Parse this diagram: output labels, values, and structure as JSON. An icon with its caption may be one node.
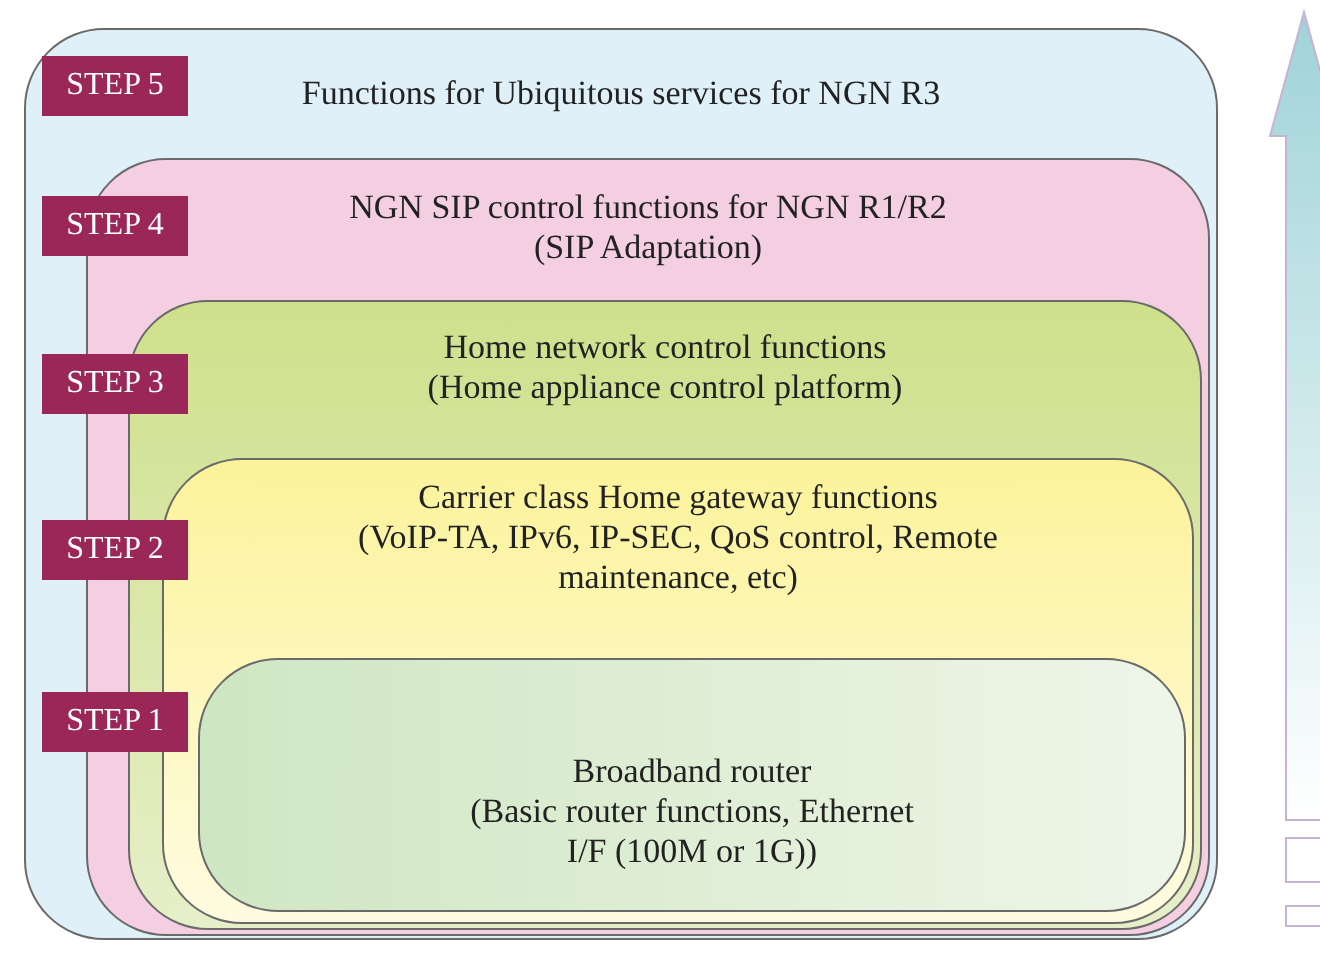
{
  "diagram": {
    "nodes": [
      {
        "text": [
          "Functions for Ubiquitous services for NGN R3"
        ]
      },
      {
        "text": [
          "STEP 5"
        ],
        "in": 0
      },
      {
        "text": [
          "NGN SIP control functions for NGN R1/R2",
          "(SIP Adaptation)"
        ],
        "in": 0
      },
      {
        "text": [
          "STEP 4"
        ],
        "in": 0
      },
      {
        "text": [
          "Home network control functions",
          "(Home appliance control platform)"
        ],
        "in": 2
      },
      {
        "text": [
          "STEP 3"
        ],
        "in": 0
      },
      {
        "text": [
          "Carrier class Home gateway functions",
          "(VoIP-TA, IPv6, IP-SEC, QoS control, Remote maintenance, etc)"
        ],
        "in": 4
      },
      {
        "text": [
          "STEP 2"
        ],
        "in": 0
      },
      {
        "text": [
          "Broadband router",
          "(Basic router functions, Ethernet I/F (100M or 1G))"
        ],
        "in": 6
      },
      {
        "text": [
          "STEP 1"
        ],
        "in": 0
      }
    ],
    "edges": []
  }
}
